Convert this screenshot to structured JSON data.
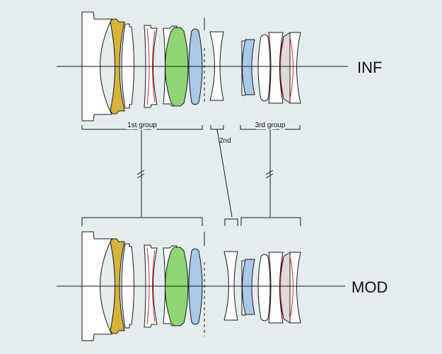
{
  "diagram": {
    "states": [
      {
        "id": "inf",
        "label": "INF"
      },
      {
        "id": "mod",
        "label": "MOD"
      }
    ],
    "groups": [
      {
        "id": "group1",
        "label": "1st group"
      },
      {
        "id": "group2",
        "label": "2nd"
      },
      {
        "id": "group3",
        "label": "3rd group"
      }
    ],
    "colors": {
      "background": "#e4ecee",
      "lens_white": "#ffffff",
      "lens_yellow": "#d6b43b",
      "lens_green": "#8fd574",
      "lens_blue": "#a9c9e6",
      "lens_gray": "#dcdcdc",
      "aspheric_surface": "#d6212a",
      "line": "#1a1a1a"
    }
  }
}
